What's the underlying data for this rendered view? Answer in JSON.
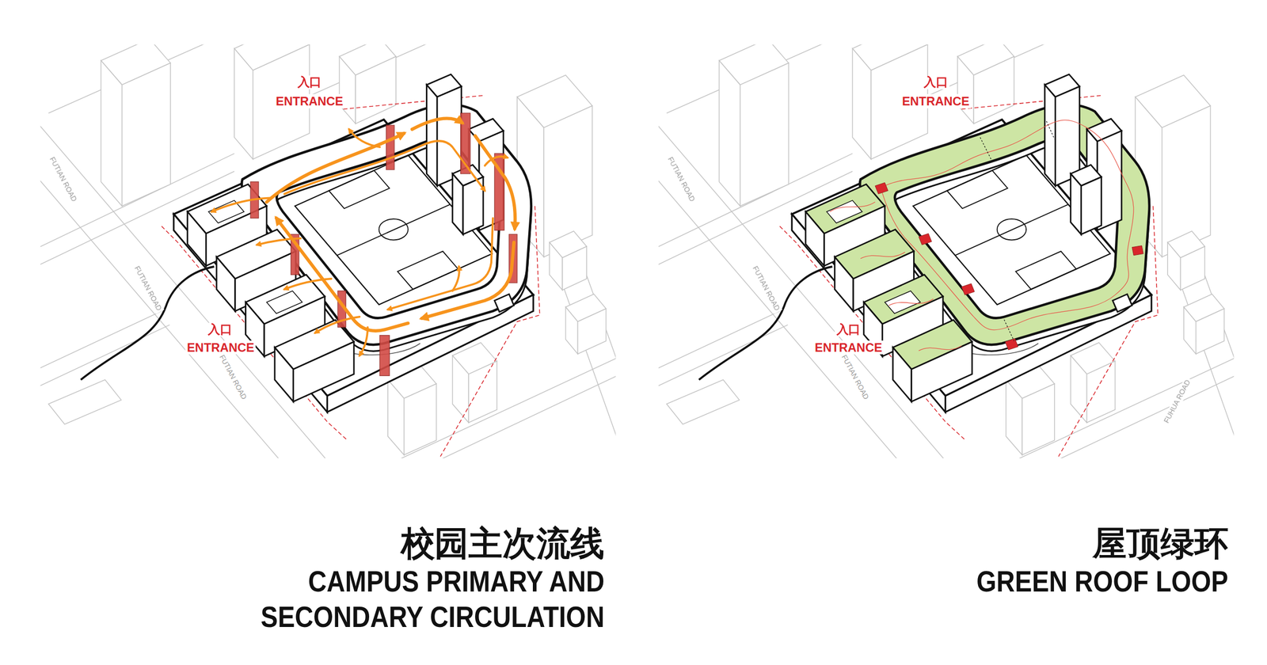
{
  "diagram": {
    "labels": [
      "入口",
      "ENTRANCE",
      "FUTIAN ROAD",
      "FUTIAN ROAD",
      "入口",
      "ENTRANCE",
      "FUTIAN ROAD",
      "入口",
      "ENTRANCE",
      "FUTIAN ROAD",
      "FUTIAN ROAD",
      "入口",
      "ENTRANCE",
      "FUTIAN ROAD",
      "FUHUA ROAD",
      "校园主次流线",
      "CAMPUS PRIMARY AND SECONDARY CIRCULATION",
      "屋顶绿环",
      "GREEN ROOF LOOP"
    ]
  }
}
